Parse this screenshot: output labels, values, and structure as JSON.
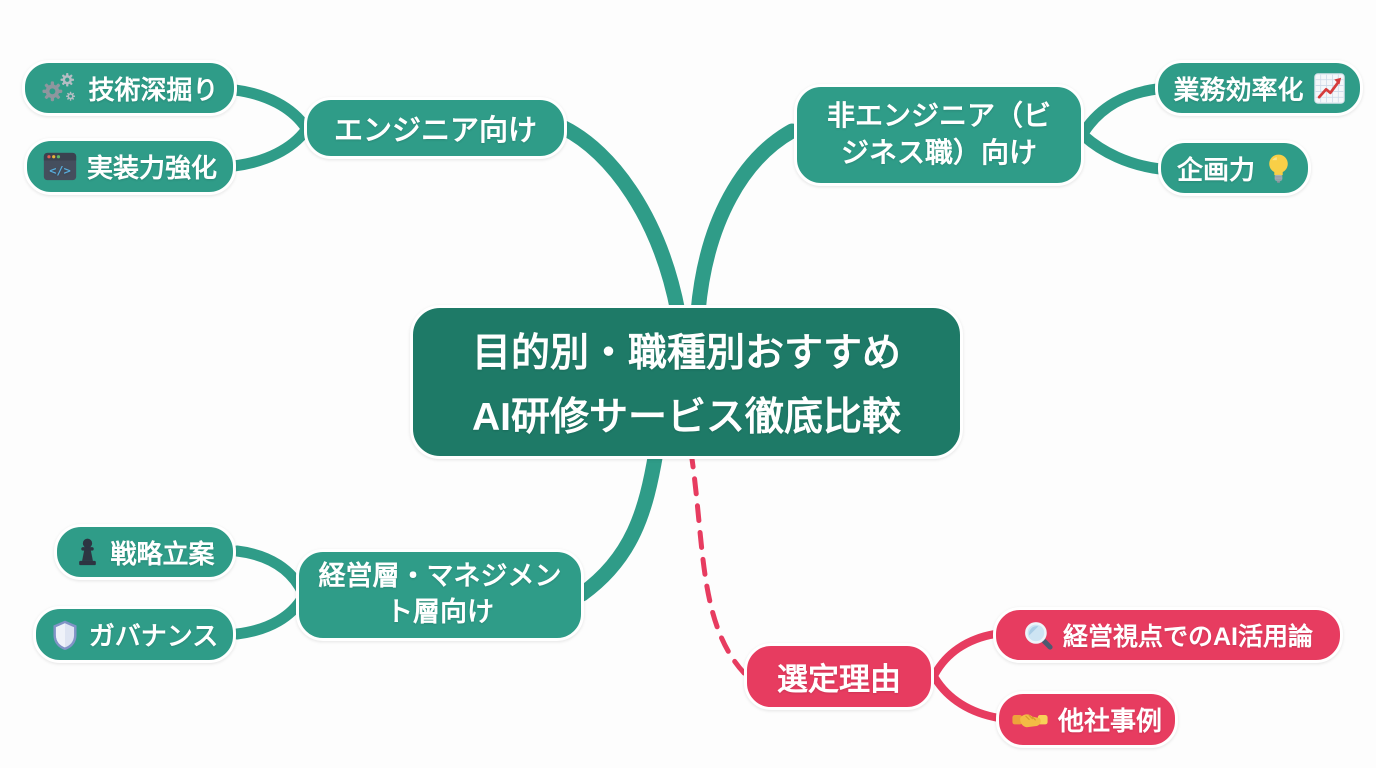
{
  "title": "目的別・職種別おすすめAI研修サービス徹底比較",
  "colors": {
    "branch_teal": "#2f9c88",
    "center_teal_dark": "#1e7a67",
    "accent_pink": "#e73c60",
    "node_text": "#ffffff",
    "background": "#fdfdfd"
  },
  "center": {
    "line1": "目的別・職種別おすすめ",
    "line2": "AI研修サービス徹底比較"
  },
  "branches": {
    "engineer": {
      "label": "エンジニア向け",
      "color": "#2f9c88"
    },
    "non_engineer": {
      "label": "非エンジニア（ビジネス職）向け",
      "color": "#2f9c88"
    },
    "management": {
      "label": "経営層・マネジメント層向け",
      "color": "#2f9c88"
    },
    "selection": {
      "label": "選定理由",
      "color": "#e73c60"
    }
  },
  "children": {
    "tech": {
      "label": "技術深掘り",
      "icon": "gears-icon",
      "icon_position": "before"
    },
    "implementation": {
      "label": "実装力強化",
      "icon": "code-window-icon",
      "icon_position": "before"
    },
    "efficiency": {
      "label": "業務効率化",
      "icon": "chart-increasing-icon",
      "icon_position": "after"
    },
    "planning": {
      "label": "企画力",
      "icon": "light-bulb-icon",
      "icon_position": "after"
    },
    "strategy": {
      "label": "戦略立案",
      "icon": "chess-pawn-icon",
      "icon_position": "before"
    },
    "governance": {
      "label": "ガバナンス",
      "icon": "shield-icon",
      "icon_position": "before"
    },
    "ai_usage": {
      "label": "経営視点でのAI活用論",
      "icon": "magnifier-icon",
      "icon_position": "before"
    },
    "case_studies": {
      "label": "他社事例",
      "icon": "handshake-icon",
      "icon_position": "before"
    }
  }
}
